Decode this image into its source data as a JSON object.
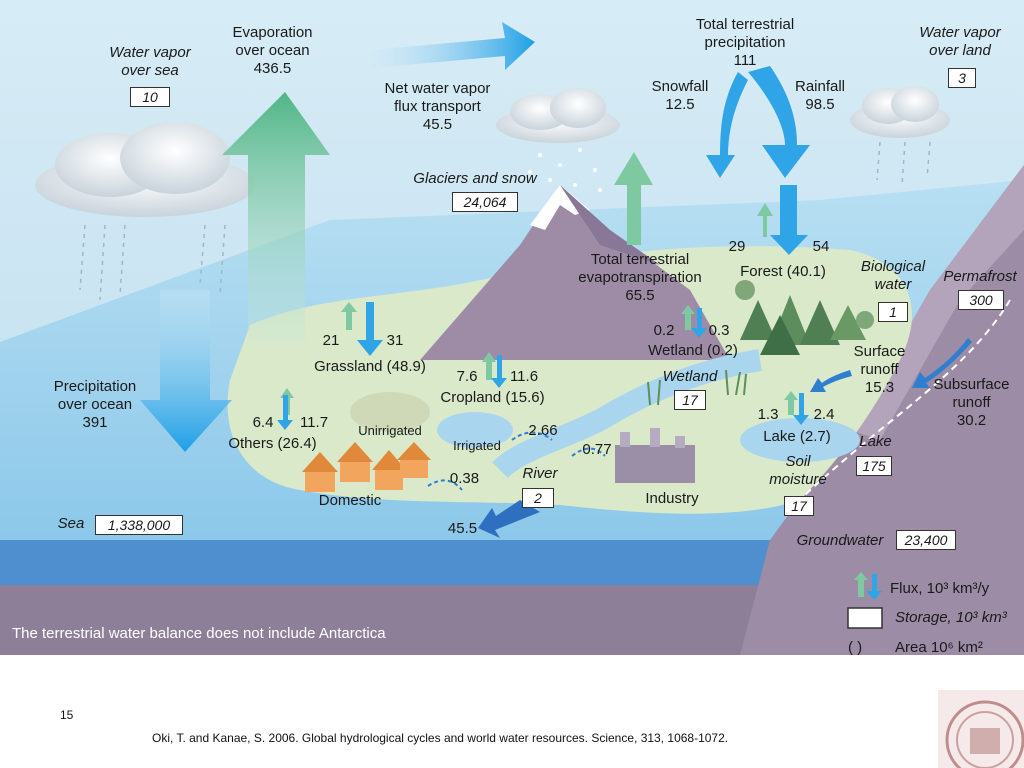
{
  "slide": {
    "number": "15",
    "citation": "Oki, T. and Kanae, S. 2006. Global hydrological cycles and world water resources. Science, 313, 1068-1072."
  },
  "diagram": {
    "water_vapor_sea": {
      "label1": "Water vapor",
      "label2": "over sea",
      "value": "10"
    },
    "evaporation_ocean": {
      "label1": "Evaporation",
      "label2": "over ocean",
      "value": "436.5"
    },
    "net_flux": {
      "label1": "Net water vapor",
      "label2": "flux transport",
      "value": "45.5"
    },
    "total_precip": {
      "label1": "Total terrestrial",
      "label2": "precipitation",
      "value": "111"
    },
    "snowfall": {
      "label": "Snowfall",
      "value": "12.5"
    },
    "rainfall": {
      "label": "Rainfall",
      "value": "98.5"
    },
    "water_vapor_land": {
      "label1": "Water vapor",
      "label2": "over land",
      "value": "3"
    },
    "glaciers": {
      "label": "Glaciers and snow",
      "value": "24,064"
    },
    "precip_ocean": {
      "label1": "Precipitation",
      "label2": "over ocean",
      "value": "391"
    },
    "total_et": {
      "label1": "Total terrestrial",
      "label2": "evapotranspiration",
      "value": "65.5"
    },
    "forest": {
      "up": "29",
      "down": "54",
      "label": "Forest (40.1)"
    },
    "biological": {
      "label1": "Biological",
      "label2": "water",
      "value": "1"
    },
    "permafrost": {
      "label": "Permafrost",
      "value": "300"
    },
    "grassland": {
      "up": "21",
      "down": "31",
      "label": "Grassland (48.9)"
    },
    "wetland_flux": {
      "up": "0.2",
      "down": "0.3",
      "label": "Wetland (0.2)"
    },
    "wetland_storage": {
      "label": "Wetland",
      "value": "17"
    },
    "surface_runoff": {
      "label1": "Surface",
      "label2": "runoff",
      "value": "15.3"
    },
    "subsurface_runoff": {
      "label1": "Subsurface",
      "label2": "runoff",
      "value": "30.2"
    },
    "cropland": {
      "up": "7.6",
      "down": "11.6",
      "label": "Cropland (15.6)"
    },
    "unirrigated": "Unirrigated",
    "irrigated": "Irrigated",
    "others": {
      "up": "6.4",
      "down": "11.7",
      "label": "Others (26.4)"
    },
    "irrigated_flow": "2.66",
    "industry_flow": "0.77",
    "lake_flux": {
      "up": "1.3",
      "down": "2.4",
      "label": "Lake (2.7)"
    },
    "lake_storage": {
      "label": "Lake",
      "value": "175"
    },
    "soil_moisture": {
      "label1": "Soil",
      "label2": "moisture",
      "value": "17"
    },
    "domestic": {
      "label": "Domestic",
      "flow": "0.38"
    },
    "river": {
      "label": "River",
      "value": "2",
      "discharge": "45.5"
    },
    "industry": "Industry",
    "sea": {
      "label": "Sea",
      "value": "1,338,000"
    },
    "groundwater": {
      "label": "Groundwater",
      "value": "23,400"
    },
    "note": "The terrestrial water balance does not include Antarctica"
  },
  "legend": {
    "flux": "Flux, 10³ km³/y",
    "storage": "Storage, 10³ km³",
    "area_paren": "(     )",
    "area": "Area 10⁶ km²"
  },
  "colors": {
    "sky": "#cfe6f2",
    "sea_surface": "#a9d6ee",
    "sea_front": "#4a86c5",
    "ground_front": "#8a7a94",
    "land": "#d8e8c8",
    "mountain": "#9b8aa3",
    "arrow_blue": "#2fa5e8",
    "arrow_green": "#5cb98a"
  }
}
